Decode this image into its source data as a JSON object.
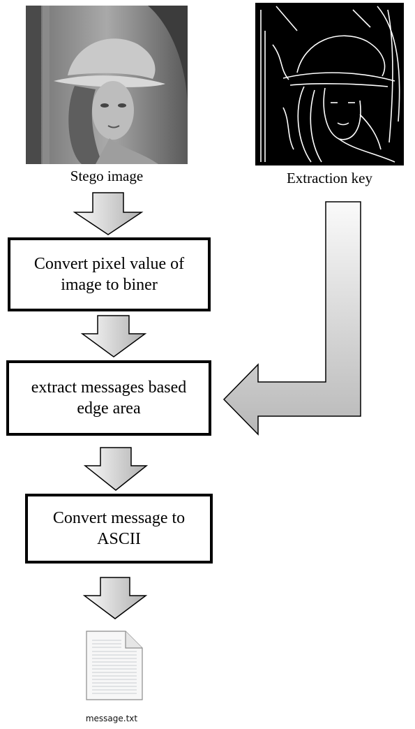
{
  "images": {
    "stego": {
      "caption": "Stego image",
      "icon": "portrait-photo"
    },
    "key": {
      "caption": "Extraction key",
      "icon": "edge-map-image"
    }
  },
  "steps": [
    {
      "lines": [
        "Convert pixel value of",
        "image to biner"
      ]
    },
    {
      "lines": [
        "extract messages based",
        "edge area"
      ]
    },
    {
      "lines": [
        "Convert message to",
        "ASCII"
      ]
    }
  ],
  "output": {
    "filename": "message.txt",
    "icon": "text-file-icon"
  },
  "colors": {
    "arrow_light": "#f4f4f4",
    "arrow_dark": "#b8b8b8",
    "stroke": "#000000"
  }
}
